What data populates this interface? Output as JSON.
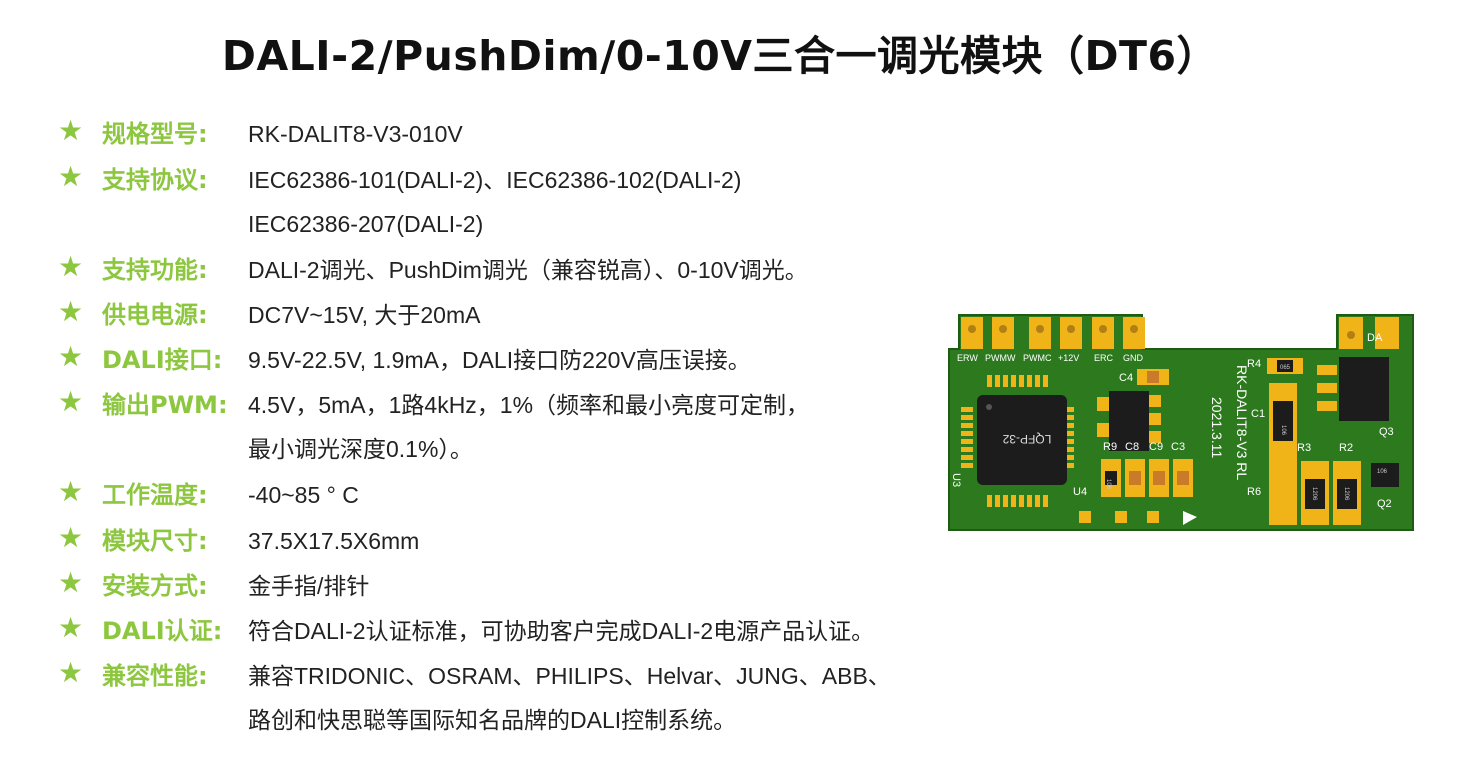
{
  "title": "DALI-2/PushDim/0-10V三合一调光模块（DT6）",
  "specs": [
    {
      "label": "规格型号:",
      "value": "RK-DALIT8-V3-010V",
      "value2": ""
    },
    {
      "label": "支持协议:",
      "value": "IEC62386-101(DALI-2)、IEC62386-102(DALI-2)",
      "value2": "IEC62386-207(DALI-2)"
    },
    {
      "label": "支持功能:",
      "value": "DALI-2调光、PushDim调光（兼容锐高）、0-10V调光。",
      "value2": ""
    },
    {
      "label": "供电电源:",
      "value": "DC7V~15V, 大于20mA",
      "value2": ""
    },
    {
      "label": "DALI接口:",
      "value": "9.5V-22.5V, 1.9mA，DALI接口防220V高压误接。",
      "value2": ""
    },
    {
      "label": "输出PWM:",
      "value": "4.5V，5mA，1路4kHz，1%（频率和最小亮度可定制，",
      "value2": "最小调光深度0.1%）。"
    },
    {
      "label": "工作温度:",
      "value": "-40~85 ° C",
      "value2": ""
    },
    {
      "label": "模块尺寸:",
      "value": "37.5X17.5X6mm",
      "value2": ""
    },
    {
      "label": "安装方式:",
      "value": "金手指/排针",
      "value2": ""
    },
    {
      "label": "DALI认证:",
      "value": "符合DALI-2认证标准，可协助客户完成DALI-2电源产品认证。",
      "value2": ""
    },
    {
      "label": "兼容性能:",
      "value": "兼容TRIDONIC、OSRAM、PHILIPS、Helvar、JUNG、ABB、",
      "value2": "路创和快思聪等国际知名品牌的DALI控制系统。"
    }
  ],
  "star_icon": "★",
  "pcb": {
    "pin_labels": [
      "ERW",
      "PWMW",
      "PWMC",
      "+12V",
      "ERC",
      "GND"
    ],
    "da_label": "DA",
    "chip_label": "LQFP-32",
    "board_text_1": "RK-DALIT8-V3 RL",
    "board_text_2": "2021.3.11",
    "refs": [
      "C4",
      "R4",
      "C1",
      "R9",
      "C8",
      "C9",
      "C3",
      "R3",
      "R2",
      "Q3",
      "U4",
      "U3",
      "R6",
      "Q2"
    ],
    "chip_codes": [
      "065",
      "106",
      "1206",
      "1206",
      "106",
      "106"
    ],
    "colors": {
      "board": "#2d7a1e",
      "pad": "#f0b418",
      "accent": "#8dc63f"
    }
  }
}
